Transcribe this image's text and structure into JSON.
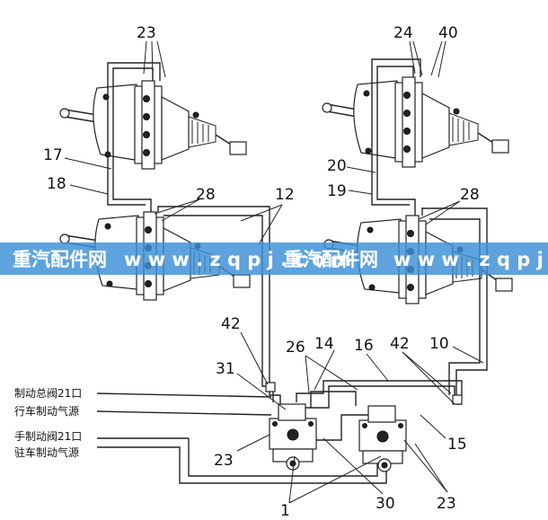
{
  "callouts": {
    "c23_top": "23",
    "c24": "24",
    "c40": "40",
    "c17": "17",
    "c18": "18",
    "c20": "20",
    "c19": "19",
    "c12": "12",
    "c28_left": "28",
    "c28_right": "28",
    "c42_left": "42",
    "c42_right": "42",
    "c26": "26",
    "c14": "14",
    "c16": "16",
    "c10": "10",
    "c31": "31",
    "c15": "15",
    "c23_left": "23",
    "c1": "1",
    "c30": "30",
    "c23_right": "23"
  },
  "side_labels": {
    "service_valve_port": "制动总阀21口",
    "service_air_source": "行车制动气源",
    "hand_valve_port": "手制动阀21口",
    "parking_air_source": "驻车制动气源"
  },
  "watermark": {
    "left_text": "重汽配件网",
    "middle_text": "w w w . z q p j . c o m",
    "right_text": "重汽配件网",
    "far_text": "w w w . z q p j . c o m",
    "band_color": "#3a8fd6"
  }
}
